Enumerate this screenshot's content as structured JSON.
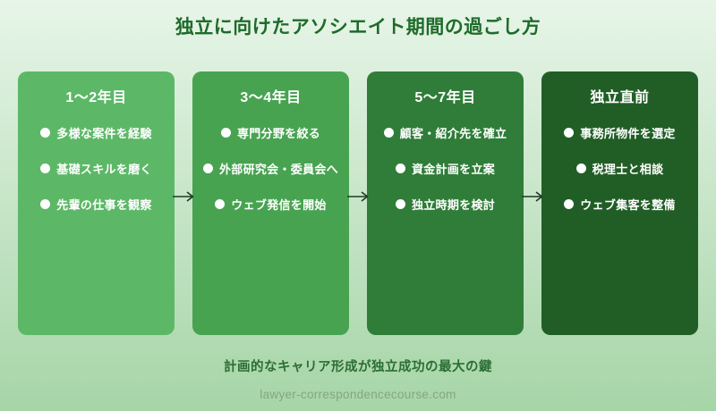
{
  "title": "独立に向けたアソシエイト期間の過ごし方",
  "columns": [
    {
      "title": "1〜2年目",
      "color": "#5cb867",
      "items": [
        "多様な案件を経験",
        "基礎スキルを磨く",
        "先輩の仕事を観察"
      ]
    },
    {
      "title": "3〜4年目",
      "color": "#48a351",
      "items": [
        "専門分野を絞る",
        "外部研究会・委員会へ",
        "ウェブ発信を開始"
      ]
    },
    {
      "title": "5〜7年目",
      "color": "#2f7d38",
      "items": [
        "顧客・紹介先を確立",
        "資金計画を立案",
        "独立時期を検討"
      ]
    },
    {
      "title": "独立直前",
      "color": "#215e26",
      "items": [
        "事務所物件を選定",
        "税理士と相談",
        "ウェブ集客を整備"
      ]
    }
  ],
  "tagline": "計画的なキャリア形成が独立成功の最大の鍵",
  "footer": "lawyer-correspondencecourse.com",
  "colors": {
    "background_top": "#e7f5e8",
    "background_bottom": "#a6d5a7",
    "title_text": "#1e6b2a",
    "card_text": "#ffffff",
    "arrow": "#1f3a24",
    "tagline_text": "#2b6e33",
    "footer_text": "#84a585"
  }
}
